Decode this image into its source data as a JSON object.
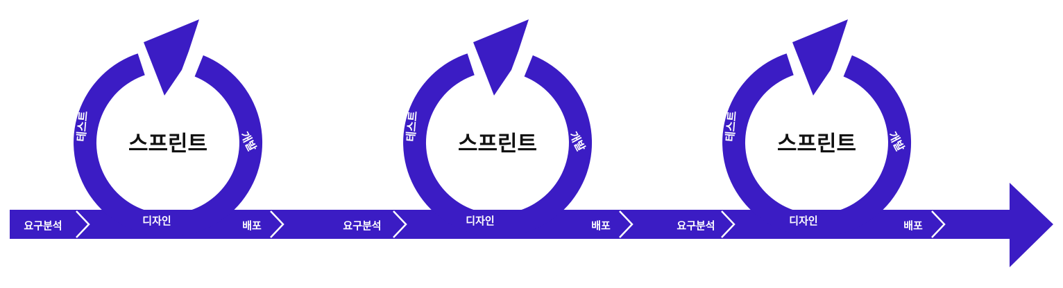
{
  "colors": {
    "primary": "#3b1cc4",
    "chevron": "#ffffff",
    "title": "#111111",
    "background": "#ffffff"
  },
  "sprints": [
    {
      "title": "스프린트",
      "top_left": "테스트",
      "top_right": "개발",
      "bottom": "디자인",
      "before": "요구분석",
      "after": "배포"
    },
    {
      "title": "스프린트",
      "top_left": "테스트",
      "top_right": "개발",
      "bottom": "디자인",
      "before": "요구분석",
      "after": "배포"
    },
    {
      "title": "스프린트",
      "top_left": "테스트",
      "top_right": "개발",
      "bottom": "디자인",
      "before": "요구분석",
      "after": "배포"
    }
  ]
}
